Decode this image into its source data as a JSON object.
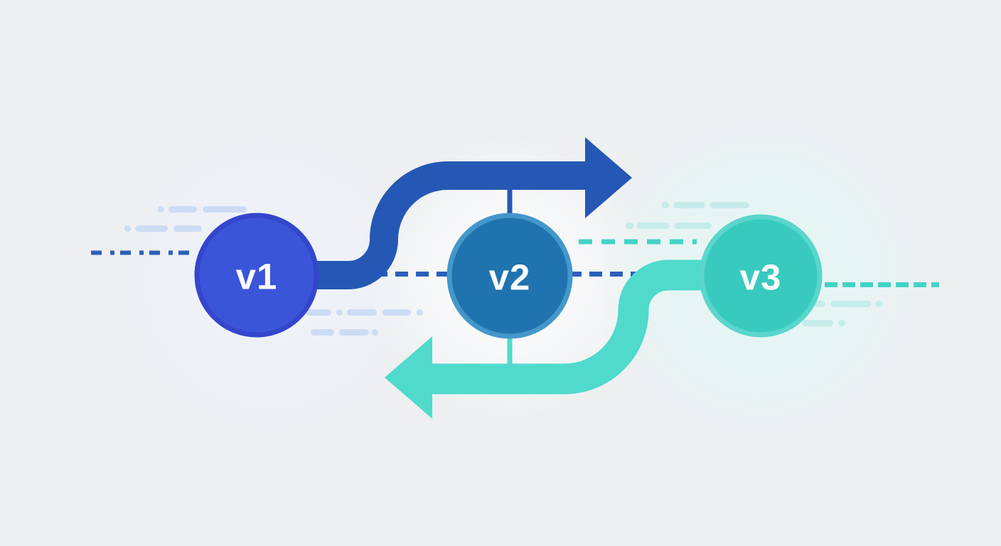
{
  "diagram": {
    "nodes": [
      {
        "label": "v1",
        "fill": "#3b55d8",
        "rim": "#3446cd"
      },
      {
        "label": "v2",
        "fill": "#1f73af",
        "rim": "#4497cb"
      },
      {
        "label": "v3",
        "fill": "#38cabf",
        "rim": "#5bd6cc"
      }
    ],
    "colors": {
      "background": "#edeff1",
      "arrow-forward": "#2558b4",
      "arrow-back": "#4fdacc",
      "dash-blue": "#2c5fba",
      "dash-teal": "#43d3c7",
      "pill-blue": "#ccdcf5",
      "pill-teal": "#c6ecea",
      "label": "#f8fbfd",
      "glow-blue": "#eef3fc",
      "glow-white": "#ffffff",
      "glow-teal": "#e4f7f5"
    }
  }
}
